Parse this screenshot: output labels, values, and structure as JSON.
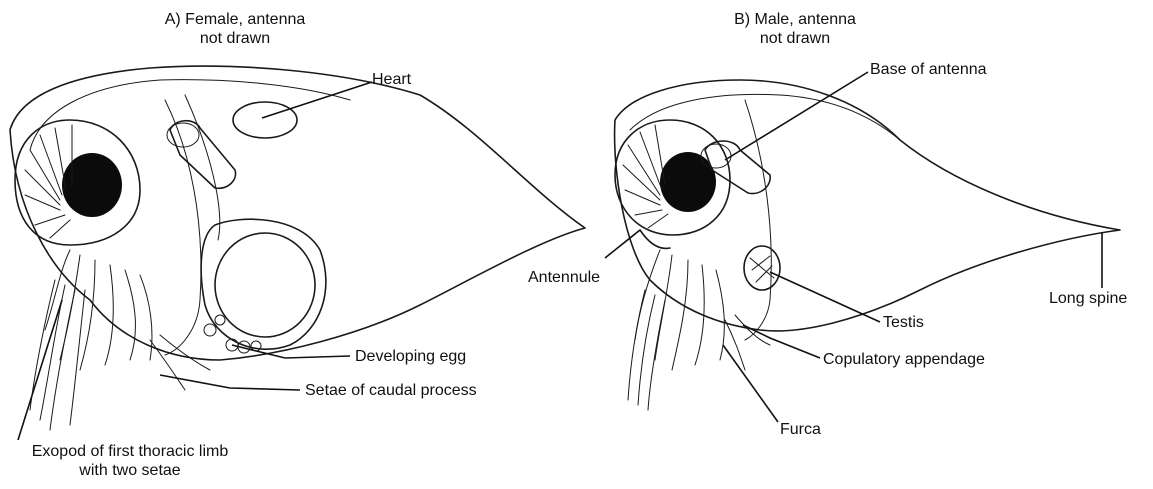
{
  "panels": [
    {
      "title_line1": "A) Female, antenna",
      "title_line2": "not drawn",
      "labels": {
        "heart": "Heart",
        "developing_egg": "Developing egg",
        "setae": "Setae of caudal process",
        "exopod_line1": "Exopod of first thoracic limb",
        "exopod_line2": "with two setae"
      }
    },
    {
      "title_line1": "B) Male, antenna",
      "title_line2": "not drawn",
      "labels": {
        "base_of_antenna": "Base of antenna",
        "antennule": "Antennule",
        "testis": "Testis",
        "copulatory": "Copulatory appendage",
        "furca": "Furca",
        "long_spine": "Long spine"
      }
    }
  ],
  "colors": {
    "ink": "#1a1a1a",
    "background": "#ffffff"
  }
}
